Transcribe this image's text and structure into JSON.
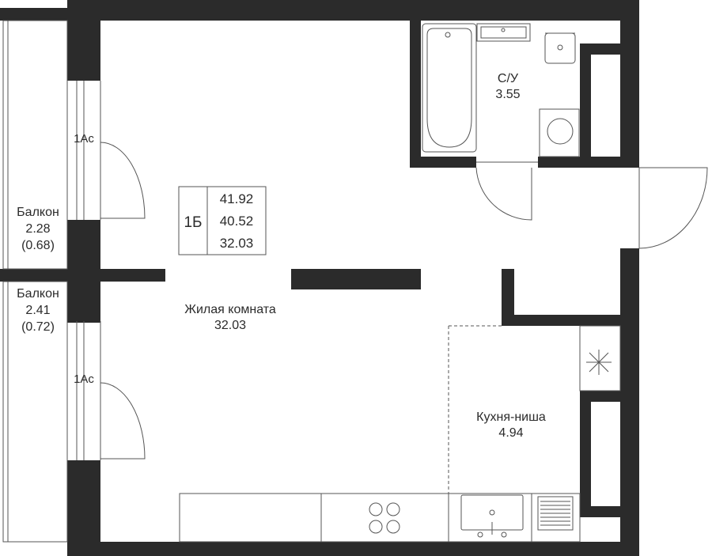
{
  "apartment": {
    "type_code": "1Б",
    "areas": [
      "41.92",
      "40.52",
      "32.03"
    ]
  },
  "rooms": {
    "living": {
      "name": "Жилая комната",
      "area": "32.03"
    },
    "bathroom": {
      "name": "С/У",
      "area": "3.55"
    },
    "kitchen": {
      "name": "Кухня-ниша",
      "area": "4.94"
    }
  },
  "balconies": [
    {
      "name": "Балкон",
      "area": "2.28",
      "reduced": "(0.68)",
      "door_code": "1Ac"
    },
    {
      "name": "Балкон",
      "area": "2.41",
      "reduced": "(0.72)",
      "door_code": "1Ac"
    }
  ],
  "colors": {
    "wall": "#2b2b2b",
    "line": "#555555",
    "background": "#ffffff"
  }
}
